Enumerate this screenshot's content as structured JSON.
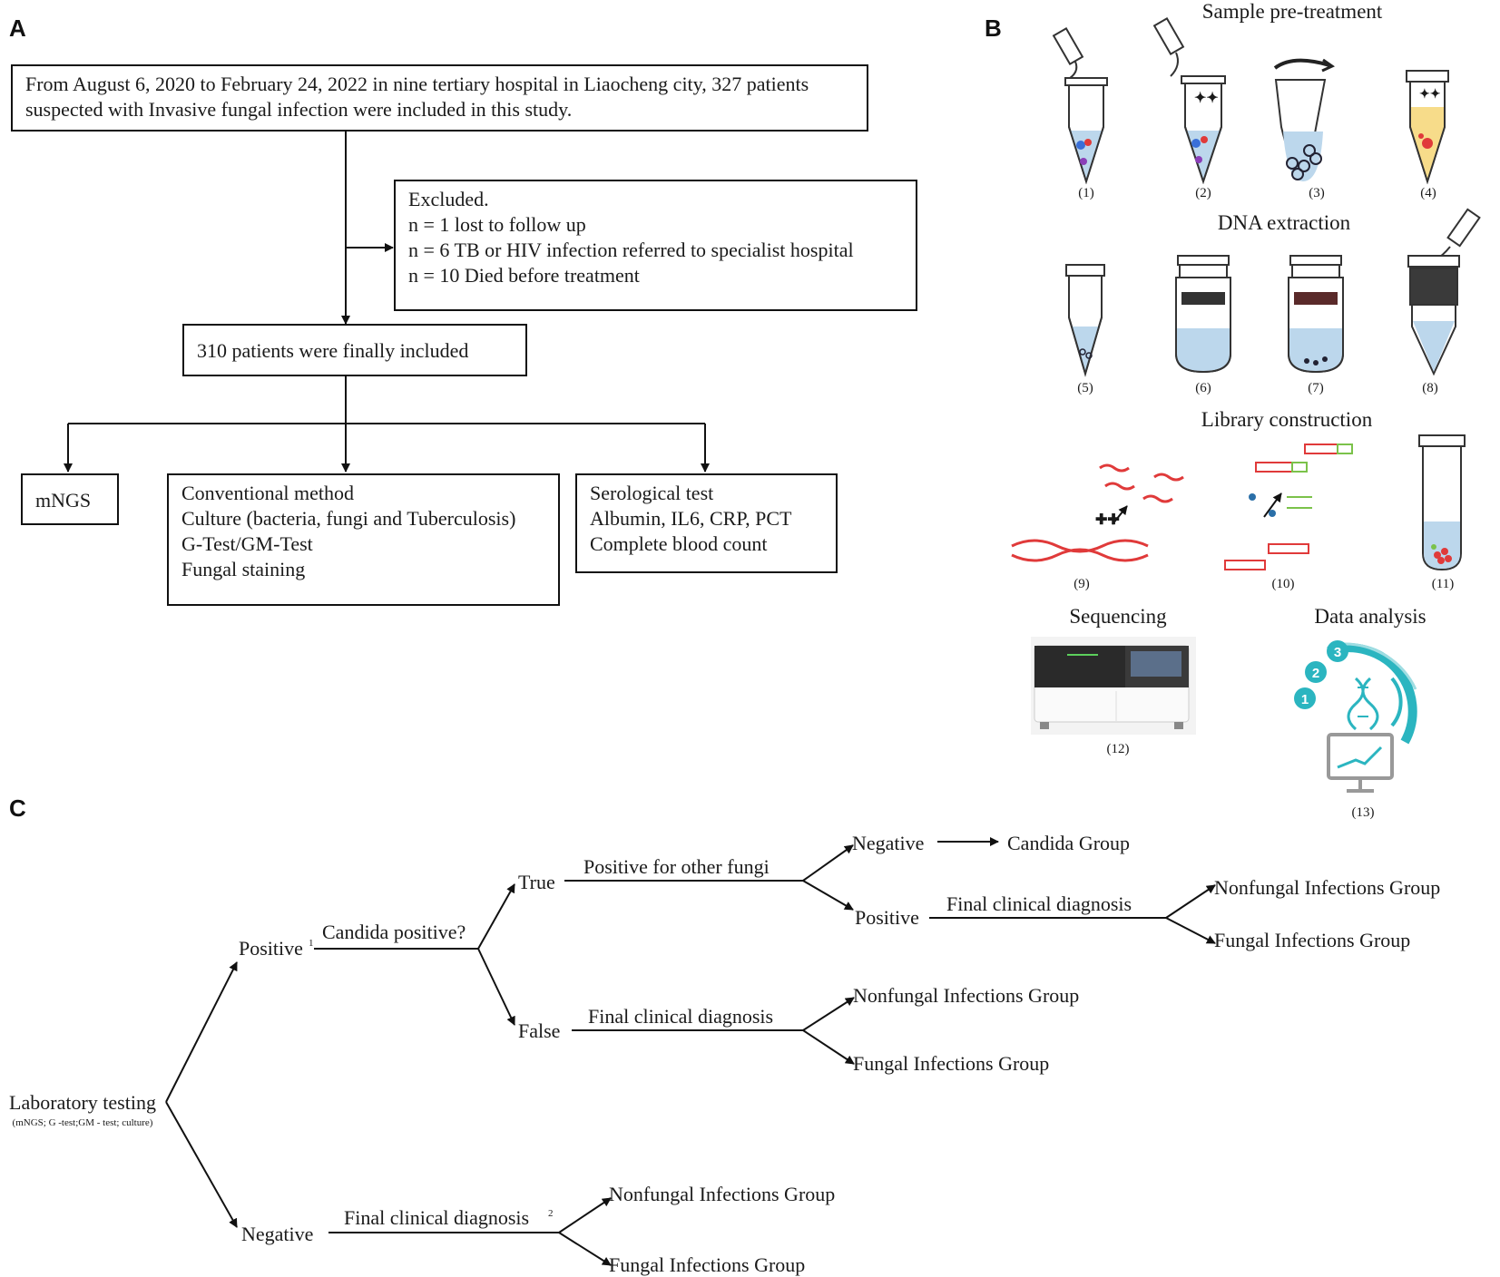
{
  "panels": {
    "a": "A",
    "b": "B",
    "c": "C"
  },
  "flow": {
    "intro": [
      "From August 6, 2020 to February 24, 2022 in nine tertiary hospital in Liaocheng city, 327 patients",
      "suspected with Invasive fungal infection were included in this study."
    ],
    "excluded": [
      "Excluded.",
      "n = 1  lost to follow up",
      "n = 6 TB or HIV infection referred to specialist hospital",
      "n = 10  Died before treatment"
    ],
    "included": "310 patients were finally included",
    "mngs": "mNGS",
    "conventional": [
      "Conventional method",
      "Culture (bacteria, fungi and Tuberculosis)",
      "G-Test/GM-Test",
      "Fungal staining"
    ],
    "serological": [
      "Serological test",
      "Albumin, IL6, CRP, PCT",
      "Complete blood count"
    ]
  },
  "workflow": {
    "sections": [
      "Sample pre-treatment",
      "DNA extraction",
      "Library construction",
      "Sequencing",
      "Data analysis"
    ],
    "steps": [
      "(1)",
      "(2)",
      "(3)",
      "(4)",
      "(5)",
      "(6)",
      "(7)",
      "(8)",
      "(9)",
      "(10)",
      "(11)",
      "(12)",
      "(13)"
    ],
    "badges": [
      "1",
      "2",
      "3"
    ],
    "colors": {
      "teal": "#2bb5c0",
      "red": "#e03a3a",
      "green": "#7bc24a",
      "liquid": "#bcd7ec",
      "yellow": "#f7dc8a"
    }
  },
  "tree": {
    "root": "Laboratory testing",
    "root_sub": "(mNGS; G -test;GM - test; culture)",
    "positive": "Positive",
    "positive_sup": "1",
    "negative": "Negative",
    "candida_q": "Candida positive?",
    "true": "True",
    "false": "False",
    "other_fungi": "Positive for other fungi",
    "neg2": "Negative",
    "pos2": "Positive",
    "candida_group": "Candida Group",
    "final_dx": "Final clinical diagnosis",
    "final_dx_sup": "2",
    "nonfungal": "Nonfungal Infections Group",
    "fungal": "Fungal Infections Group"
  }
}
